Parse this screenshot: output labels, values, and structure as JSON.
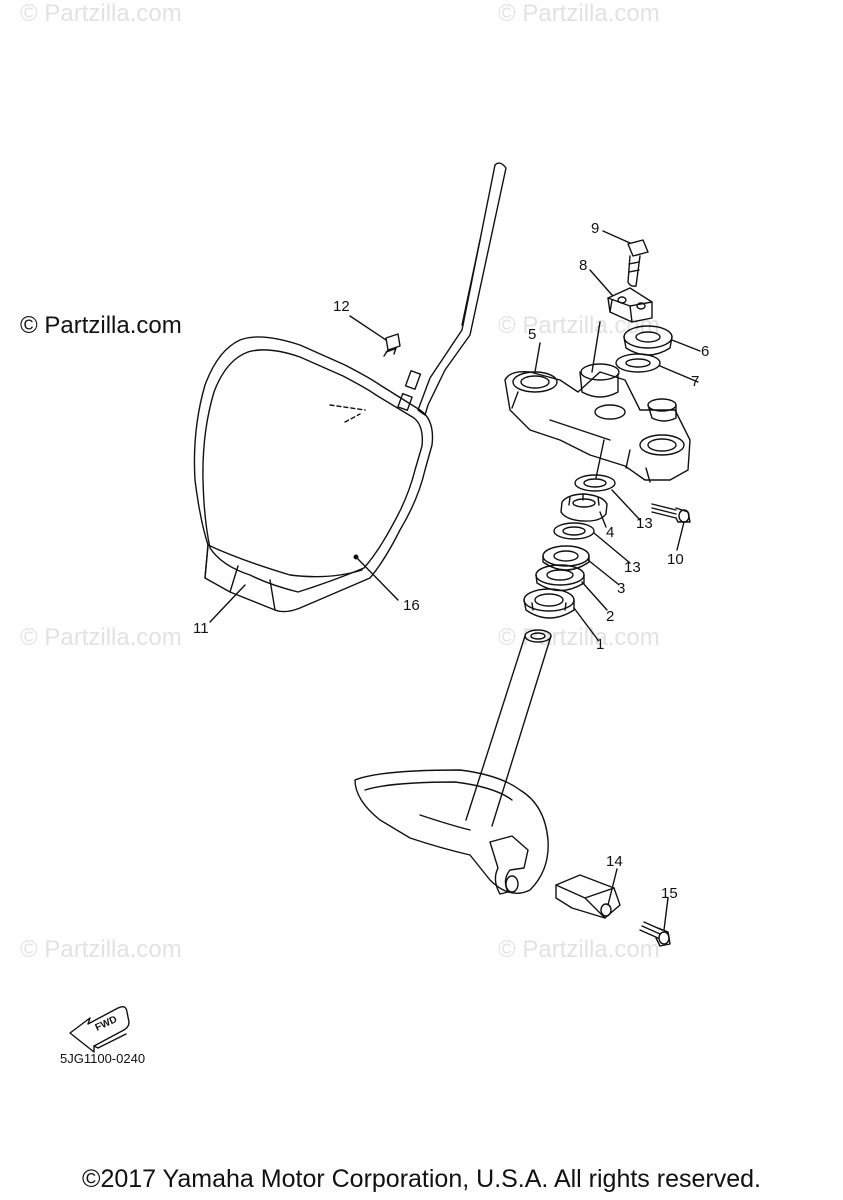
{
  "watermarks": {
    "text": "© Partzilla.com"
  },
  "callouts": {
    "c1": "1",
    "c2": "2",
    "c3": "3",
    "c4": "4",
    "c5": "5",
    "c6": "6",
    "c7": "7",
    "c8": "8",
    "c9": "9",
    "c10": "10",
    "c11": "11",
    "c12": "12",
    "c13a": "13",
    "c13b": "13",
    "c14": "14",
    "c15": "15",
    "c16": "16"
  },
  "fwd_label": "FWD",
  "diagram_code": "5JG1100-0240",
  "copyright": "©2017 Yamaha Motor Corporation, U.S.A. All rights reserved."
}
